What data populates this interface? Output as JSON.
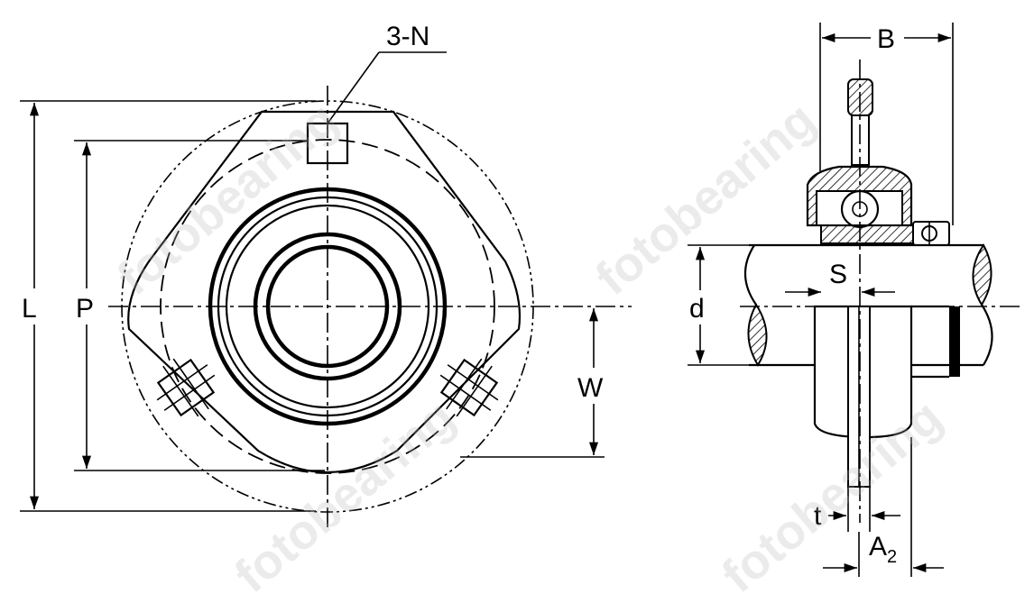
{
  "labels": {
    "holes": "3-N",
    "L": "L",
    "P": "P",
    "W": "W",
    "B": "B",
    "S": "S",
    "d": "d",
    "t": "t",
    "A2_main": "A",
    "A2_sub": "2"
  },
  "watermark": "fotobearing"
}
